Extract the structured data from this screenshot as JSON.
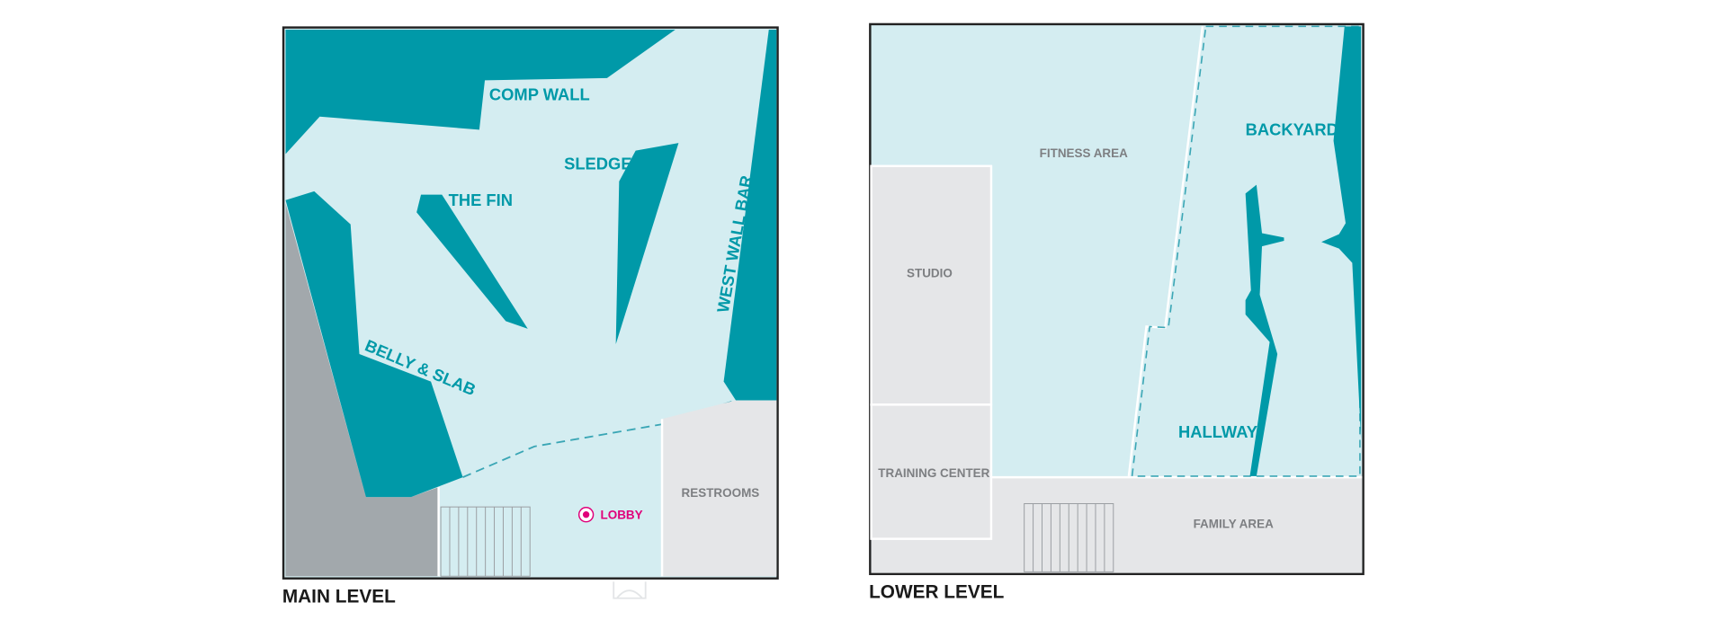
{
  "colors": {
    "wall": "#0099a8",
    "floor": "#d4edf1",
    "room": "#e5e6e8",
    "gray": "#a2a8ac",
    "lobby": "#e0007a"
  },
  "main_level": {
    "title": "MAIN LEVEL",
    "zones": {
      "comp_wall": "COMP WALL",
      "sledge": "SLEDGE",
      "the_fin": "THE FIN",
      "west_wall_bar": "WEST WALL BAR",
      "belly_slab": "BELLY & SLAB"
    },
    "rooms": {
      "restrooms": "RESTROOMS",
      "lobby": "LOBBY"
    }
  },
  "lower_level": {
    "title": "LOWER LEVEL",
    "zones": {
      "backyard": "BACKYARD",
      "hallway": "HALLWAY"
    },
    "rooms": {
      "fitness": "FITNESS AREA",
      "studio": "STUDIO",
      "training": "TRAINING CENTER",
      "family": "FAMILY AREA"
    }
  }
}
